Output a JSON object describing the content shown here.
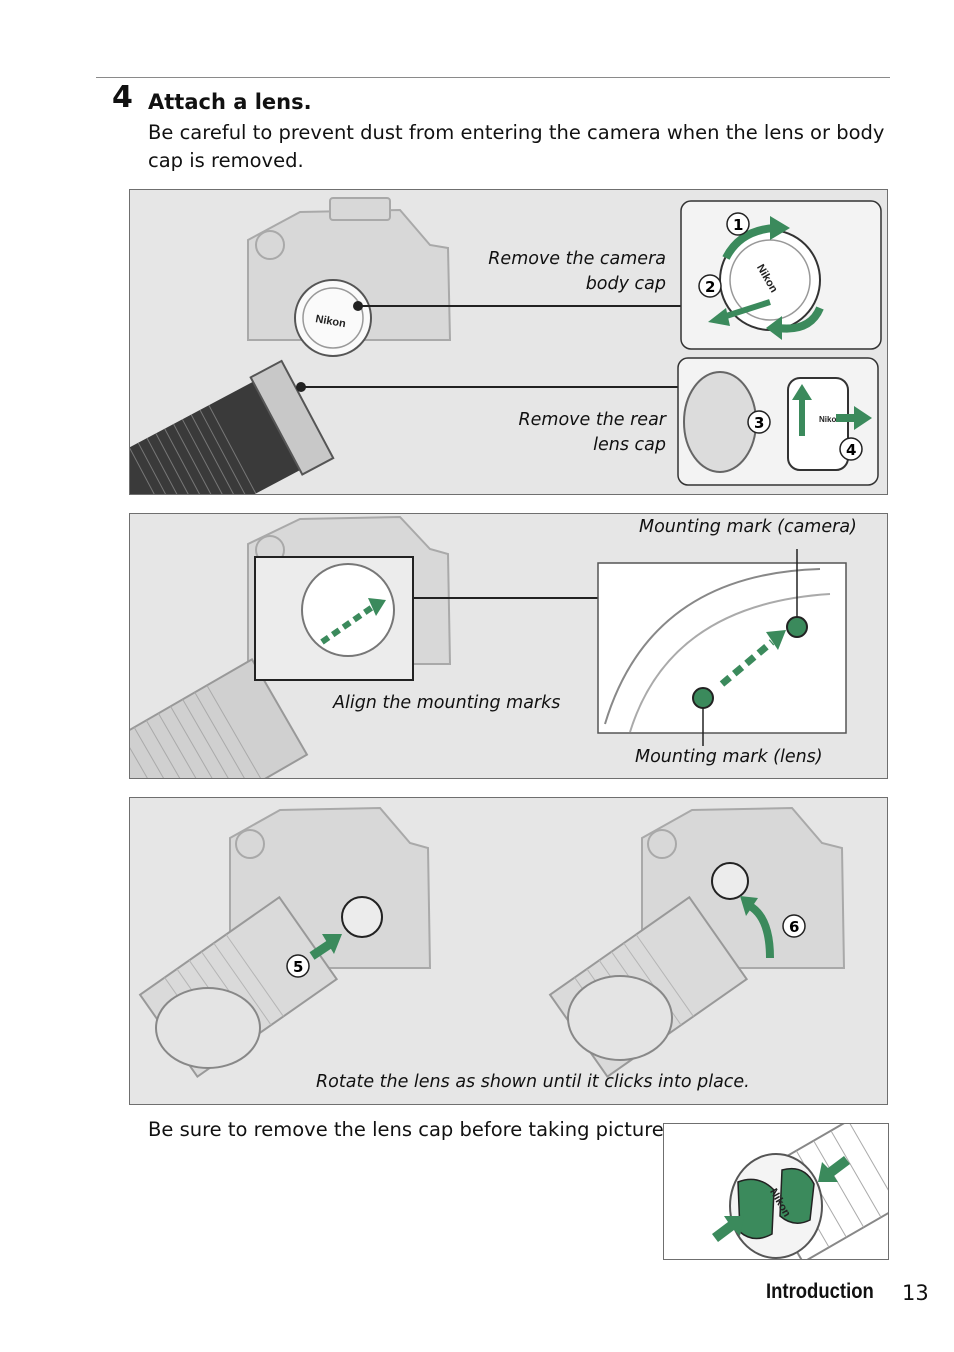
{
  "step": {
    "number": "4",
    "title": "Attach a lens.",
    "body": "Be careful to prevent dust from entering the camera when the lens or body cap is removed."
  },
  "panel1": {
    "caption_body_cap": [
      "Remove the camera",
      "body cap"
    ],
    "caption_rear_cap": [
      "Remove the rear",
      "lens cap"
    ],
    "step_markers": [
      "1",
      "2",
      "3",
      "4"
    ]
  },
  "panel2": {
    "caption_camera_mark": "Mounting mark (camera)",
    "caption_align": "Align the mounting marks",
    "caption_lens_mark": "Mounting mark (lens)"
  },
  "panel3": {
    "caption": "Rotate the lens as shown until it clicks into place.",
    "step_markers": [
      "5",
      "6"
    ]
  },
  "note": "Be sure to remove the lens cap before taking pictures.",
  "logo_text": "Nikon",
  "footer": {
    "section": "Introduction",
    "page": "13"
  },
  "colors": {
    "accent_green": "#3b8a5c",
    "panel_bg": "#e6e6e6"
  }
}
